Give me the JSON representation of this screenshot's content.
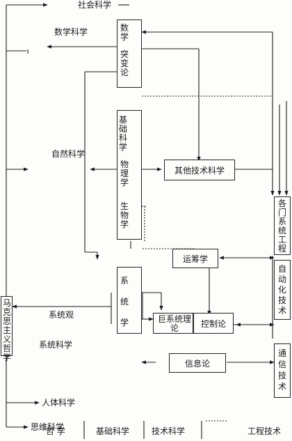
{
  "nodes": {
    "social_science": "社会科学",
    "math_science": "数学科学",
    "natural_science": "自然科学",
    "systems_view": "系统观",
    "systems_science": "系统科学",
    "human_science": "人体科学",
    "thinking_science": "思维科学",
    "marxist_philosophy": "马克思主义哲学",
    "mathematics": "数学",
    "catastrophe_theory": "突变论",
    "basic_science": "基础科学",
    "physics": "物理学",
    "biology": "生物学",
    "systematics": "系统学",
    "other_tech_sciences": "其他技术科学",
    "operations_research": "运筹学",
    "giant_systems_theory": "巨系统理论",
    "control_theory": "控制论",
    "information_theory": "信息论",
    "systems_engineering": "各门系统工程",
    "automation_tech": "自动化技术",
    "communication_tech": "通信技术"
  },
  "footer": [
    "哲 学",
    "基础科学",
    "技术科学",
    "工程技术"
  ]
}
